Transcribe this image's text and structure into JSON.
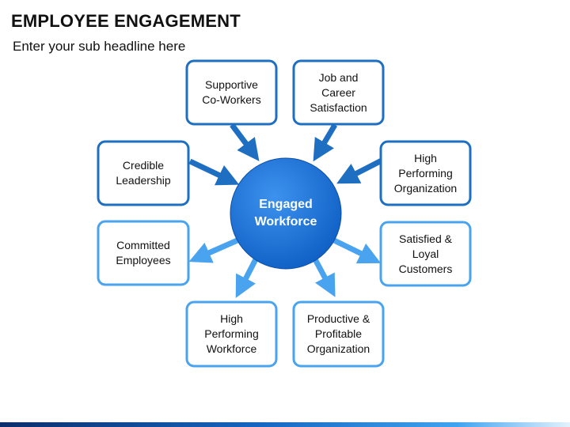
{
  "header": {
    "title": "EMPLOYEE ENGAGEMENT",
    "subtitle": "Enter your sub headline here"
  },
  "center": {
    "line1": "Engaged",
    "line2": "Workforce"
  },
  "inputs": [
    {
      "lines": [
        "Supportive",
        "Co-Workers"
      ]
    },
    {
      "lines": [
        "Job and",
        "Career",
        "Satisfaction"
      ]
    },
    {
      "lines": [
        "Credible",
        "Leadership"
      ]
    },
    {
      "lines": [
        "High",
        "Performing",
        "Organization"
      ]
    }
  ],
  "outputs": [
    {
      "lines": [
        "Committed",
        "Employees"
      ]
    },
    {
      "lines": [
        "Satisfied &",
        "Loyal",
        "Customers"
      ]
    },
    {
      "lines": [
        "High",
        "Performing",
        "Workforce"
      ]
    },
    {
      "lines": [
        "Productive &",
        "Profitable",
        "Organization"
      ]
    }
  ],
  "colors": {
    "dark_blue": "#1e6fc1",
    "light_blue": "#4aa3ee",
    "center_fill": "#1a73d9"
  }
}
